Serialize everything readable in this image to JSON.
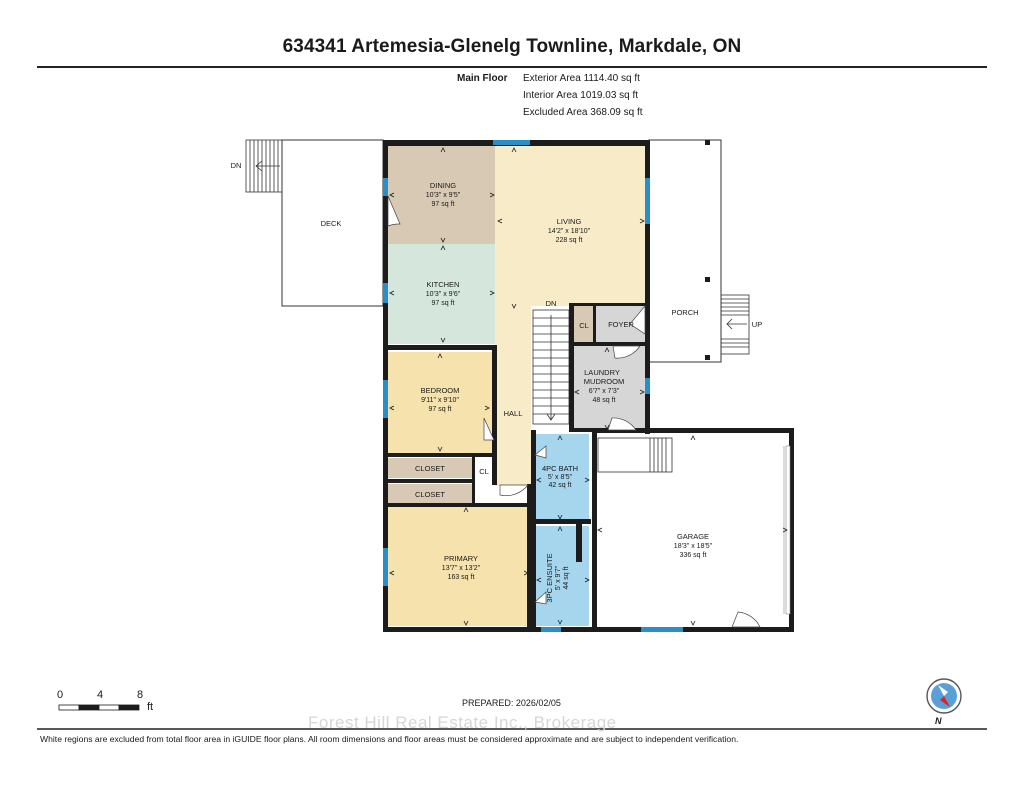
{
  "title": "634341 Artemesia-Glenelg Townline, Markdale, ON",
  "floor": {
    "name": "Main Floor",
    "exterior": "Exterior Area 1114.40 sq ft",
    "interior": "Interior Area 1019.03 sq ft",
    "excluded": "Excluded Area 368.09 sq ft"
  },
  "rooms": {
    "dining": {
      "name": "DINING",
      "dims": "10'3\" x 9'5\"",
      "area": "97 sq ft"
    },
    "kitchen": {
      "name": "KITCHEN",
      "dims": "10'3\" x 9'6\"",
      "area": "97 sq ft"
    },
    "living": {
      "name": "LIVING",
      "dims": "14'2\" x 18'10\"",
      "area": "228 sq ft"
    },
    "bedroom": {
      "name": "BEDROOM",
      "dims": "9'11\" x 9'10\"",
      "area": "97 sq ft"
    },
    "laundry": {
      "name1": "LAUNDRY",
      "name2": "MUDROOM",
      "dims": "6'7\" x 7'3\"",
      "area": "48 sq ft"
    },
    "bath": {
      "name": "4PC BATH",
      "dims": "5' x 8'5\"",
      "area": "42 sq ft"
    },
    "ensuite": {
      "name": "3PC ENSUITE",
      "dims": "5' x 9'7\"",
      "area": "44 sq ft"
    },
    "primary": {
      "name": "PRIMARY",
      "dims": "13'7\" x 13'2\"",
      "area": "163 sq ft"
    },
    "garage": {
      "name": "GARAGE",
      "dims": "18'3\" x 18'5\"",
      "area": "336 sq ft"
    }
  },
  "labels": {
    "deck": "DECK",
    "porch": "PORCH",
    "foyer": "FOYER",
    "hall": "HALL",
    "cl": "CL",
    "closet": "CLOSET",
    "dn": "DN",
    "up": "UP"
  },
  "scale": {
    "ticks": [
      "0",
      "4",
      "8"
    ],
    "unit": "ft"
  },
  "prepared": "PREPARED: 2026/02/05",
  "watermark": "Forest Hill Real Estate Inc., Brokerage",
  "disclaimer": "White regions are excluded from total floor area in iGUIDE floor plans. All room dimensions and floor areas must be considered approximate and are subject to independent verification.",
  "compass": {
    "label": "N"
  },
  "colors": {
    "wall": "#1c1c1c",
    "window": "#2a8fc7",
    "dining": "#d8c9b4",
    "kitchen": "#d5e6dc",
    "living": "#f7ecc7",
    "bedroom": "#f5e2ac",
    "primary": "#f5e2ac",
    "laundry": "#d6d6d6",
    "bath": "#a6d5ee",
    "closet": "#d8c9b4",
    "foyer": "#d6d6d6"
  }
}
